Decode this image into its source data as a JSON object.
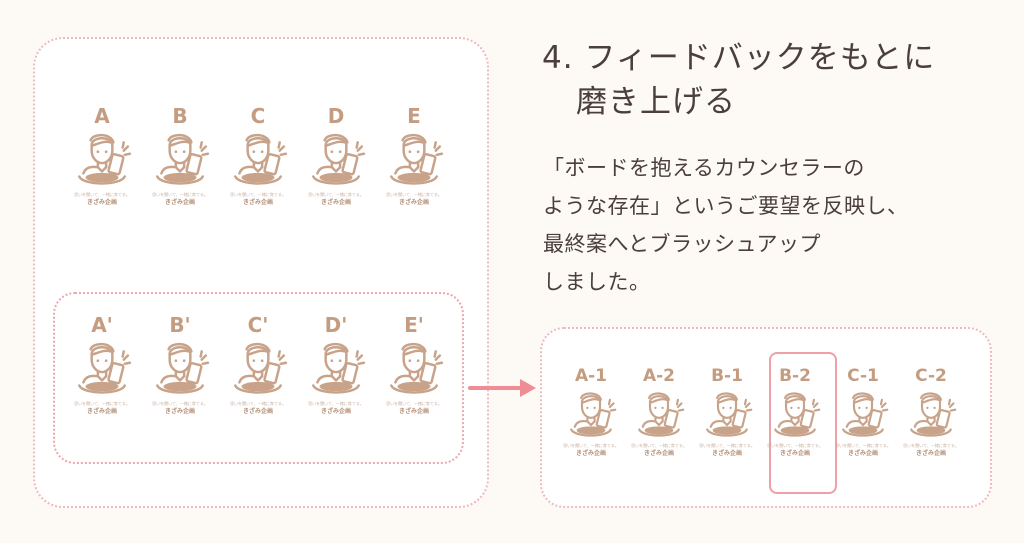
{
  "heading": {
    "line1": "4. フィードバックをもとに",
    "line2": "磨き上げる"
  },
  "description": [
    "「ボードを抱えるカウンセラーの",
    "ような存在」というご要望を反映し、",
    "最終案へとブラッシュアップ",
    "しました。"
  ],
  "logo": {
    "tagline": "思いを聞いて、一緒に育てる。",
    "brand": "きざみ企画"
  },
  "row1_labels": [
    "A",
    "B",
    "C",
    "D",
    "E"
  ],
  "row2_labels": [
    "A'",
    "B'",
    "C'",
    "D'",
    "E'"
  ],
  "row3_labels": [
    "A-1",
    "A-2",
    "B-1",
    "B-2",
    "C-1",
    "C-2"
  ],
  "colors": {
    "accent": "#f08c93",
    "label": "#c49c80",
    "border": "#f1b8bd",
    "icon": "#c8a38a"
  }
}
